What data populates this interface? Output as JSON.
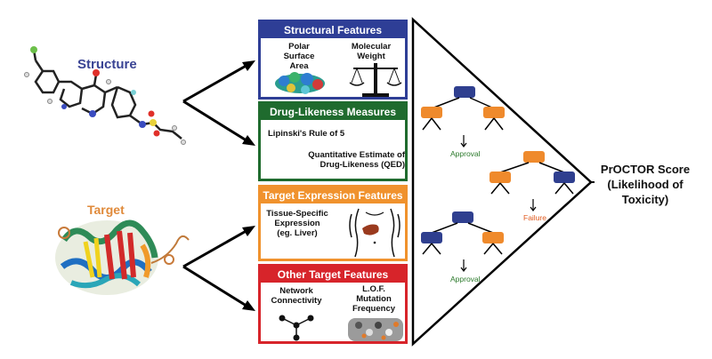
{
  "left": {
    "structure_title": "Structure",
    "target_title": "Target"
  },
  "boxes": {
    "structural": {
      "title": "Structural Features",
      "polar_surface_area": "Polar Surface Area",
      "molecular_weight": "Molecular Weight"
    },
    "druglike": {
      "title": "Drug-Likeness Measures",
      "lipinski": "Lipinski's Rule of 5",
      "qed": "Quantitative Estimate of Drug-Likeness (QED)"
    },
    "expression": {
      "title": "Target Expression Features",
      "tissue": "Tissue-Specific Expression (eg. Liver)"
    },
    "other": {
      "title": "Other Target Features",
      "network": "Network Connectivity",
      "lof": "L.O.F. Mutation Frequency"
    }
  },
  "trees": {
    "outcome_1": "Approval",
    "outcome_2": "Failure",
    "outcome_3": "Approval"
  },
  "score": {
    "line1": "PrOCTOR Score",
    "line2": "(Likelihood of",
    "line3": "Toxicity)"
  },
  "colors": {
    "structural": "#2e3e96",
    "druglike": "#1f6b2e",
    "expression": "#f0922d",
    "other": "#d7242a",
    "node_blue": "#2f3f8f",
    "node_orange": "#ef8a2c"
  }
}
